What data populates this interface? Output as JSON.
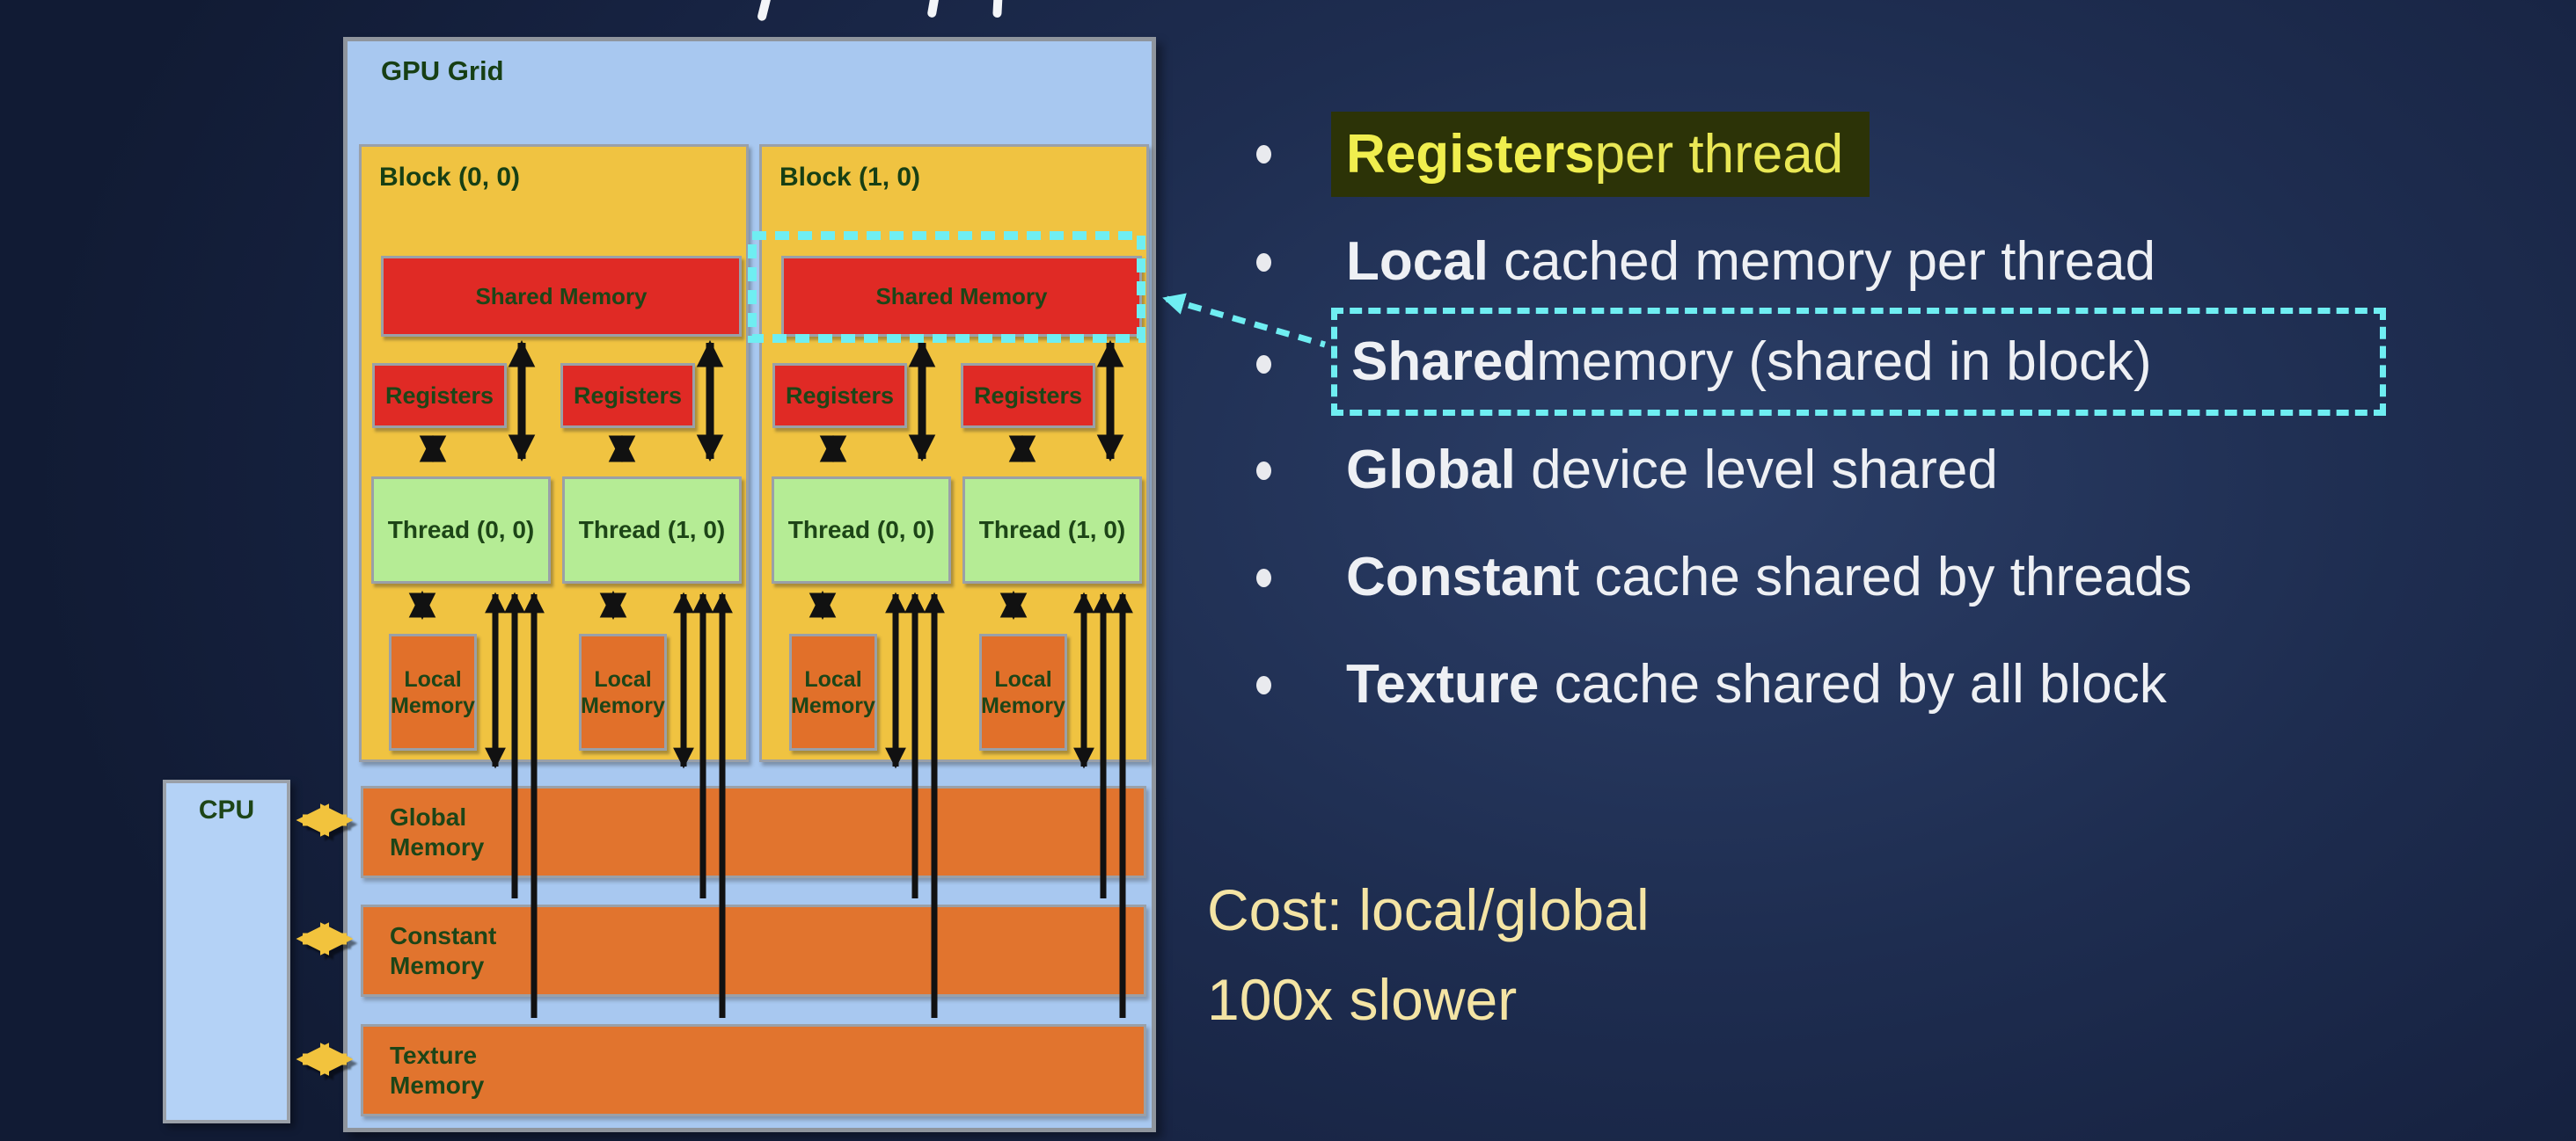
{
  "diagram": {
    "grid_label": "GPU Grid",
    "cpu_label": "CPU",
    "blocks": [
      {
        "label": "Block (0, 0)",
        "shared": "Shared Memory",
        "registers": [
          "Registers",
          "Registers"
        ],
        "threads": [
          "Thread (0, 0)",
          "Thread (1, 0)"
        ],
        "locals": [
          "Local Memory",
          "Local Memory"
        ]
      },
      {
        "label": "Block (1, 0)",
        "shared": "Shared Memory",
        "registers": [
          "Registers",
          "Registers"
        ],
        "threads": [
          "Thread (0, 0)",
          "Thread (1, 0)"
        ],
        "locals": [
          "Local Memory",
          "Local Memory"
        ]
      }
    ],
    "memories": [
      "Global Memory",
      "Constant Memory",
      "Texture Memory"
    ],
    "colors": {
      "grid_fill": "#a8c8f0",
      "block_fill": "#f0c341",
      "red_fill": "#e02a25",
      "thread_fill": "#b5ec95",
      "orange_fill": "#e1702a",
      "cpu_fill": "#b4d2f6",
      "label_green": "#1d4517",
      "border_gray": "#9aa0a8",
      "arrow_black": "#111111",
      "arrow_yellow": "#f2c33c",
      "accent_cyan": "#6feef2"
    }
  },
  "bullets": [
    {
      "bold": "Registers",
      "rest": " per thread",
      "highlighted": true
    },
    {
      "bold": "Local",
      "rest": " cached memory per thread"
    },
    {
      "bold": "Shared",
      "rest": " memory (shared in block)",
      "dashed_box": true
    },
    {
      "bold": "Global",
      "rest": " device level shared"
    },
    {
      "bold": "Constan",
      "rest": "t cache shared by threads"
    },
    {
      "bold": "Texture",
      "rest": " cache shared by all block"
    }
  ],
  "bullet_colors": {
    "text": "#eef0f4",
    "highlight_bg": "#2c3307",
    "highlight_bold": "#f0ee4e",
    "highlight_rest": "#e9e755"
  },
  "cost": {
    "line1": "Cost: local/global",
    "line2": "100x slower",
    "color": "#f4e4a4"
  }
}
